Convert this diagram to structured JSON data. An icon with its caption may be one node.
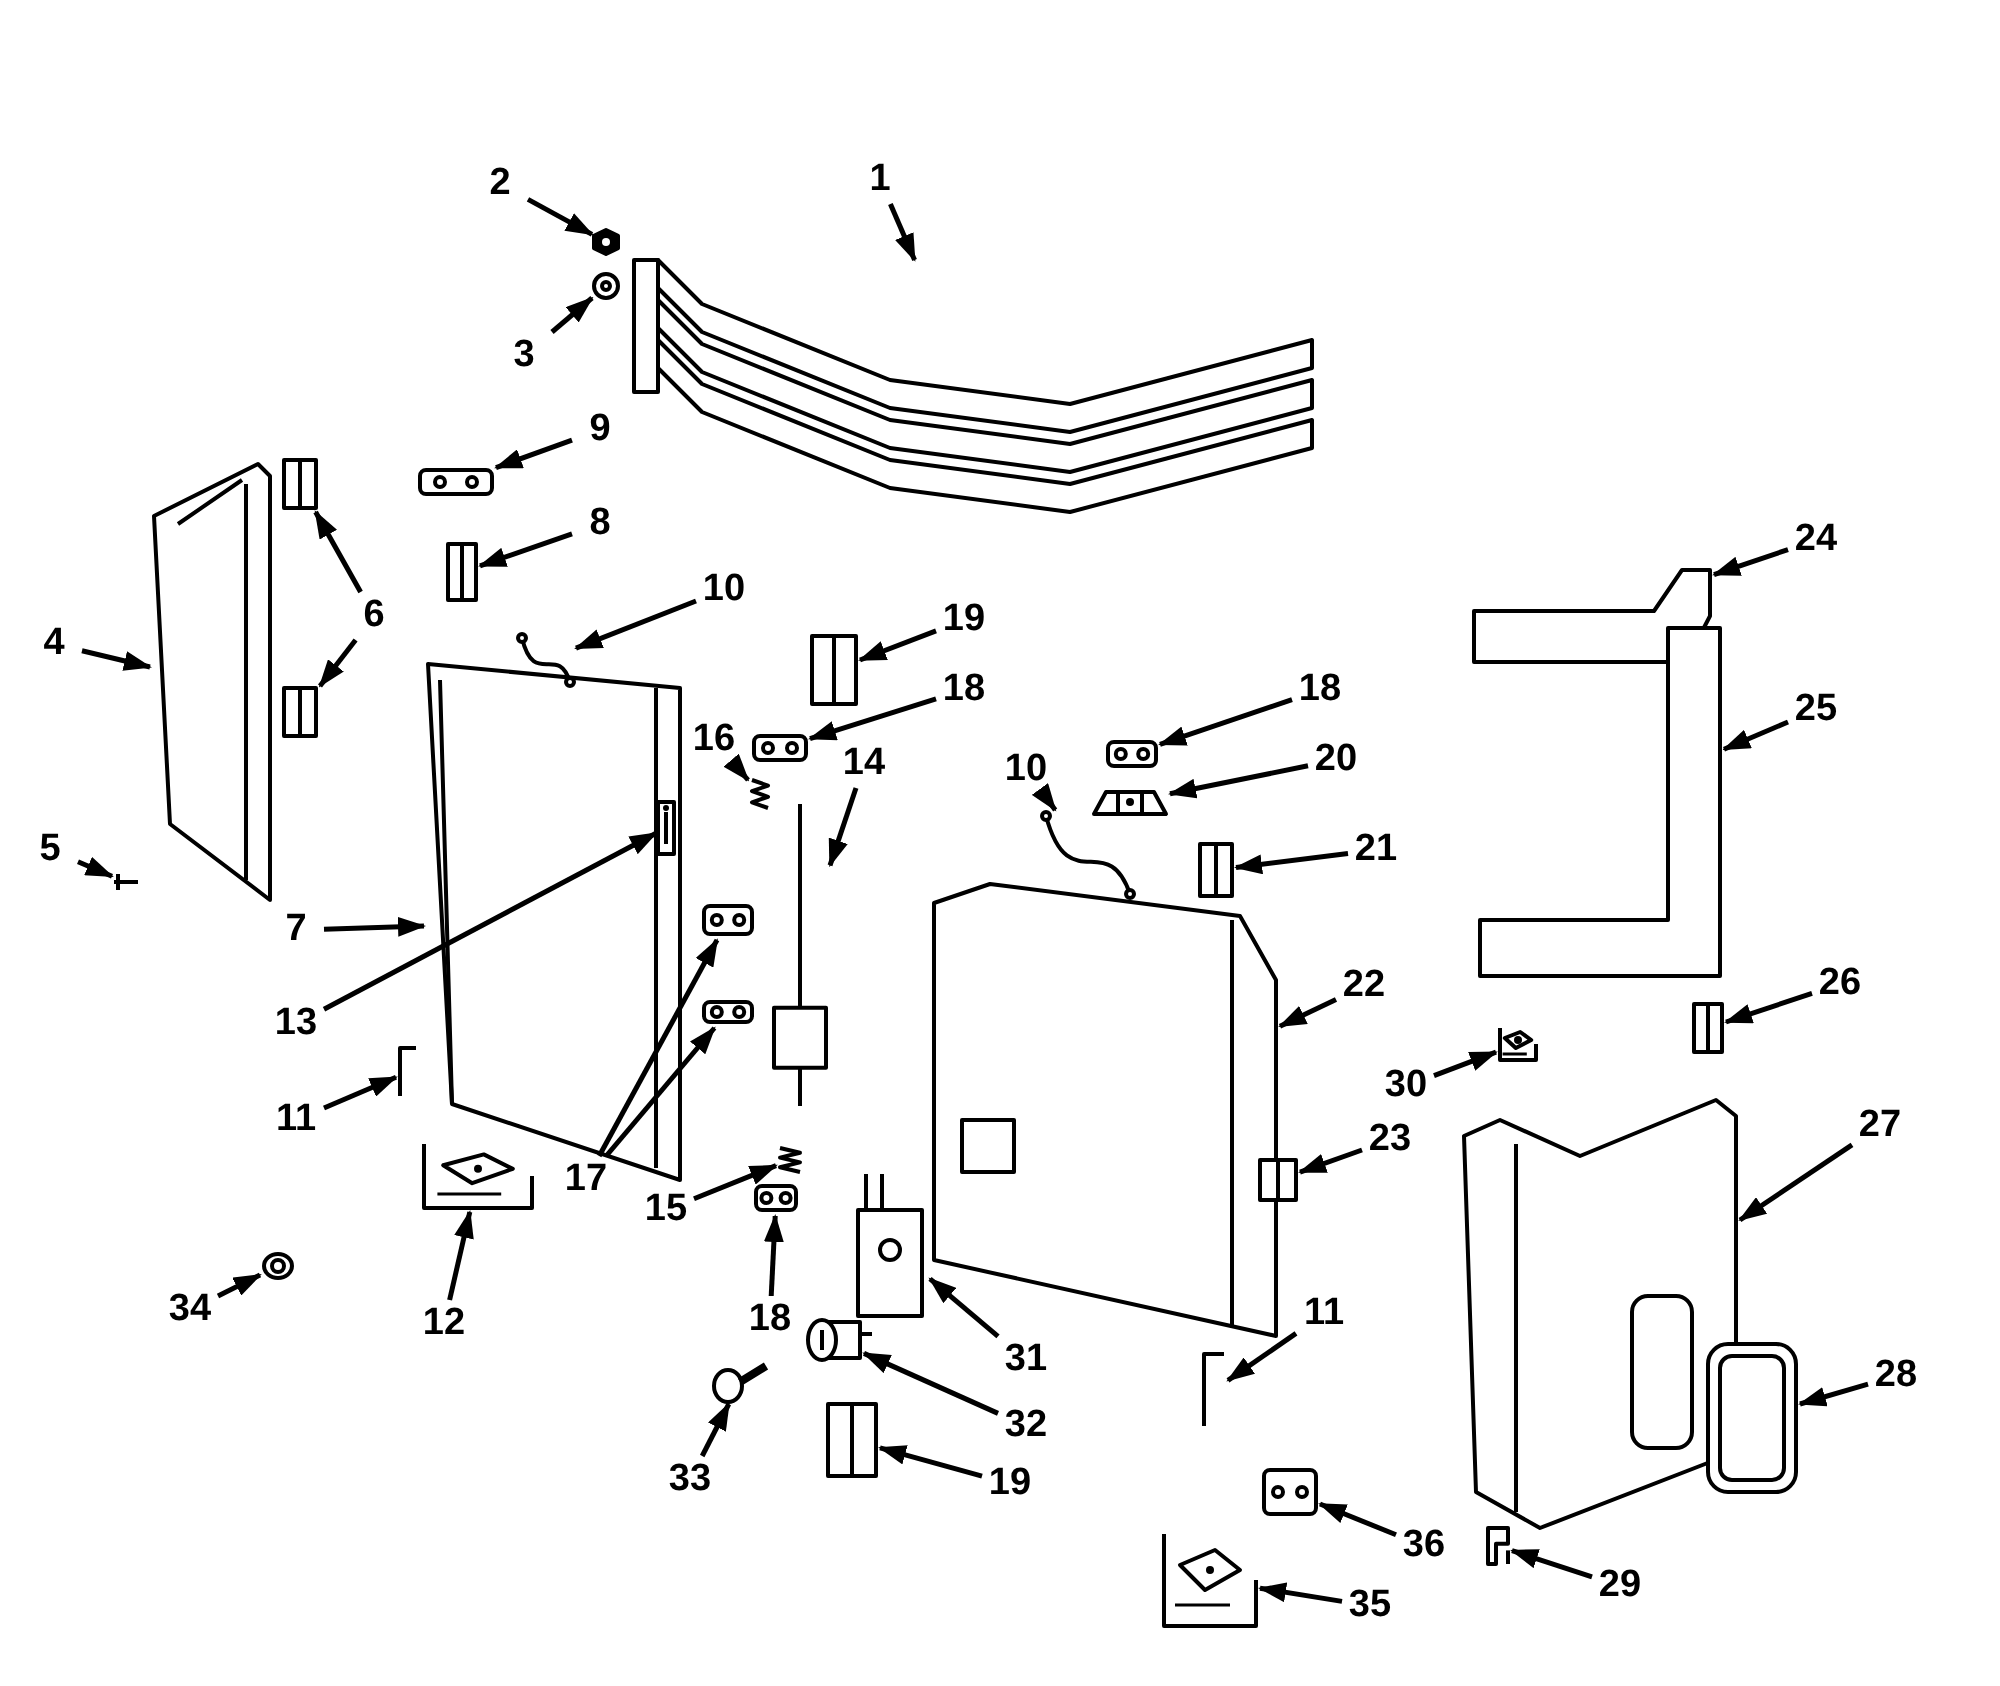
{
  "diagram": {
    "nodes": [
      {
        "text": [
          "1"
        ]
      },
      {
        "text": [],
        "shape": "picture"
      },
      {
        "text": [
          "2"
        ]
      },
      {
        "text": [],
        "shape": "picture"
      },
      {
        "text": [
          "3"
        ]
      },
      {
        "text": [],
        "shape": "picture"
      },
      {
        "text": [
          "4"
        ]
      },
      {
        "text": [],
        "shape": "picture"
      },
      {
        "text": [
          "5"
        ]
      },
      {
        "text": [],
        "shape": "picture"
      },
      {
        "text": [
          "6"
        ]
      },
      {
        "text": [],
        "shape": "picture"
      },
      {
        "text": [],
        "shape": "picture"
      },
      {
        "text": [
          "7"
        ]
      },
      {
        "text": [],
        "shape": "picture"
      },
      {
        "text": [
          "8"
        ]
      },
      {
        "text": [],
        "shape": "picture"
      },
      {
        "text": [
          "9"
        ]
      },
      {
        "text": [],
        "shape": "picture"
      },
      {
        "text": [
          "10"
        ]
      },
      {
        "text": [],
        "shape": "picture"
      },
      {
        "text": [
          "11"
        ]
      },
      {
        "text": [],
        "shape": "picture"
      },
      {
        "text": [
          "12"
        ]
      },
      {
        "text": [],
        "shape": "picture"
      },
      {
        "text": [
          "13"
        ]
      },
      {
        "text": [],
        "shape": "picture",
        "in": 14
      },
      {
        "text": [
          "14"
        ]
      },
      {
        "text": [],
        "shape": "picture"
      },
      {
        "text": [
          "15"
        ]
      },
      {
        "text": [],
        "shape": "picture"
      },
      {
        "text": [
          "16"
        ]
      },
      {
        "text": [],
        "shape": "picture"
      },
      {
        "text": [
          "17"
        ]
      },
      {
        "text": [],
        "shape": "picture"
      },
      {
        "text": [],
        "shape": "picture"
      },
      {
        "text": [
          "18"
        ]
      },
      {
        "text": [],
        "shape": "picture"
      },
      {
        "text": [
          "18"
        ]
      },
      {
        "text": [],
        "shape": "picture"
      },
      {
        "text": [
          "18"
        ]
      },
      {
        "text": [],
        "shape": "picture"
      },
      {
        "text": [
          "19"
        ]
      },
      {
        "text": [],
        "shape": "picture"
      },
      {
        "text": [
          "19"
        ]
      },
      {
        "text": [],
        "shape": "picture"
      },
      {
        "text": [
          "20"
        ]
      },
      {
        "text": [],
        "shape": "picture"
      },
      {
        "text": [
          "21"
        ]
      },
      {
        "text": [],
        "shape": "picture"
      },
      {
        "text": [
          "22"
        ]
      },
      {
        "text": [],
        "shape": "picture"
      },
      {
        "text": [
          "23"
        ]
      },
      {
        "text": [],
        "shape": "picture"
      },
      {
        "text": [
          "24"
        ]
      },
      {
        "text": [],
        "shape": "picture"
      },
      {
        "text": [
          "25"
        ]
      },
      {
        "text": [],
        "shape": "picture"
      },
      {
        "text": [
          "26"
        ]
      },
      {
        "text": [],
        "shape": "picture"
      },
      {
        "text": [
          "27"
        ]
      },
      {
        "text": [],
        "shape": "picture"
      },
      {
        "text": [
          "28"
        ]
      },
      {
        "text": [],
        "shape": "picture"
      },
      {
        "text": [
          "29"
        ]
      },
      {
        "text": [],
        "shape": "picture"
      },
      {
        "text": [
          "30"
        ]
      },
      {
        "text": [],
        "shape": "picture"
      },
      {
        "text": [
          "31"
        ]
      },
      {
        "text": [],
        "shape": "picture"
      },
      {
        "text": [
          "32"
        ]
      },
      {
        "text": [],
        "shape": "picture"
      },
      {
        "text": [
          "33"
        ]
      },
      {
        "text": [],
        "shape": "picture"
      },
      {
        "text": [
          "34"
        ]
      },
      {
        "text": [],
        "shape": "picture"
      },
      {
        "text": [
          "35"
        ]
      },
      {
        "text": [],
        "shape": "picture"
      },
      {
        "text": [
          "36"
        ]
      },
      {
        "text": [],
        "shape": "picture"
      },
      {
        "text": [
          "10"
        ]
      },
      {
        "text": [],
        "shape": "picture"
      },
      {
        "text": [
          "11"
        ]
      },
      {
        "text": [],
        "shape": "picture"
      }
    ],
    "edges": [
      {
        "from": 0,
        "to": 1,
        "arrow": "to"
      },
      {
        "from": 2,
        "to": 3,
        "arrow": "to"
      },
      {
        "from": 4,
        "to": 5,
        "arrow": "to"
      },
      {
        "from": 6,
        "to": 7,
        "arrow": "to"
      },
      {
        "from": 8,
        "to": 9,
        "arrow": "to"
      },
      {
        "from": 10,
        "to": 11,
        "arrow": "to"
      },
      {
        "from": 10,
        "to": 12,
        "arrow": "to"
      },
      {
        "from": 13,
        "to": 14,
        "arrow": "to"
      },
      {
        "from": 15,
        "to": 16,
        "arrow": "to"
      },
      {
        "from": 17,
        "to": 18,
        "arrow": "to"
      },
      {
        "from": 19,
        "to": 20,
        "arrow": "to"
      },
      {
        "from": 21,
        "to": 22,
        "arrow": "to"
      },
      {
        "from": 23,
        "to": 24,
        "arrow": "to"
      },
      {
        "from": 25,
        "to": 26,
        "arrow": "to"
      },
      {
        "from": 27,
        "to": 28,
        "arrow": "to"
      },
      {
        "from": 29,
        "to": 30,
        "arrow": "to"
      },
      {
        "from": 31,
        "to": 32,
        "arrow": "to"
      },
      {
        "from": 33,
        "to": 34,
        "arrow": "to"
      },
      {
        "from": 33,
        "to": 35,
        "arrow": "to"
      },
      {
        "from": 36,
        "to": 37,
        "arrow": "to"
      },
      {
        "from": 38,
        "to": 39,
        "arrow": "to"
      },
      {
        "from": 40,
        "to": 41,
        "arrow": "to"
      },
      {
        "from": 42,
        "to": 43,
        "arrow": "to"
      },
      {
        "from": 44,
        "to": 45,
        "arrow": "to"
      },
      {
        "from": 46,
        "to": 47,
        "arrow": "to"
      },
      {
        "from": 48,
        "to": 49,
        "arrow": "to"
      },
      {
        "from": 50,
        "to": 51,
        "arrow": "to"
      },
      {
        "from": 52,
        "to": 53,
        "arrow": "to"
      },
      {
        "from": 54,
        "to": 55,
        "arrow": "to"
      },
      {
        "from": 56,
        "to": 57,
        "arrow": "to"
      },
      {
        "from": 58,
        "to": 59,
        "arrow": "to"
      },
      {
        "from": 60,
        "to": 61,
        "arrow": "to"
      },
      {
        "from": 62,
        "to": 63,
        "arrow": "to"
      },
      {
        "from": 64,
        "to": 65,
        "arrow": "to"
      },
      {
        "from": 66,
        "to": 67,
        "arrow": "to"
      },
      {
        "from": 68,
        "to": 69,
        "arrow": "to"
      },
      {
        "from": 70,
        "to": 71,
        "arrow": "to"
      },
      {
        "from": 72,
        "to": 73,
        "arrow": "to"
      },
      {
        "from": 74,
        "to": 75,
        "arrow": "to"
      },
      {
        "from": 76,
        "to": 77,
        "arrow": "to"
      },
      {
        "from": 78,
        "to": 79,
        "arrow": "to"
      },
      {
        "from": 80,
        "to": 81,
        "arrow": "to"
      },
      {
        "from": 82,
        "to": 83,
        "arrow": "to"
      }
    ]
  }
}
